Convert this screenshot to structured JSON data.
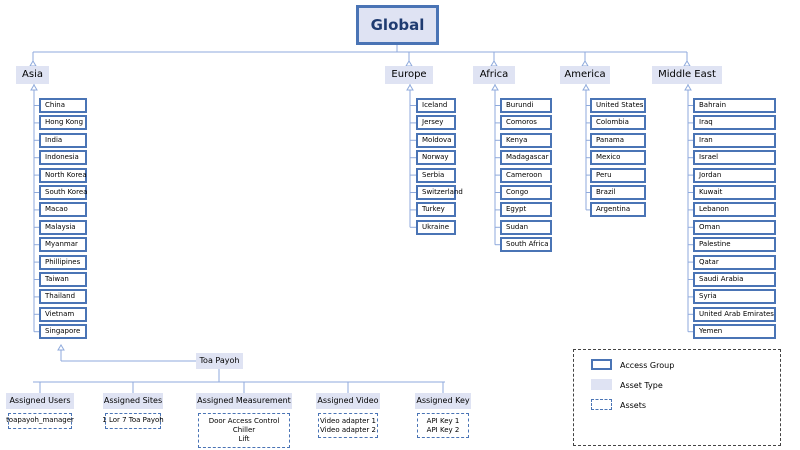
{
  "root": "Global",
  "regions": {
    "asia": "Asia",
    "europe": "Europe",
    "africa": "Africa",
    "america": "America",
    "middle_east": "Middle East"
  },
  "asia_countries": [
    "China",
    "Hong Kong",
    "India",
    "Indonesia",
    "North Korea",
    "South Korea",
    "Macao",
    "Malaysia",
    "Myanmar",
    "Phillipines",
    "Taiwan",
    "Thailand",
    "Vietnam",
    "Singapore"
  ],
  "europe_countries": [
    "Iceland",
    "Jersey",
    "Moldova",
    "Norway",
    "Serbia",
    "Switzerland",
    "Turkey",
    "Ukraine"
  ],
  "africa_countries": [
    "Burundi",
    "Comoros",
    "Kenya",
    "Madagascar",
    "Cameroon",
    "Congo",
    "Egypt",
    "Sudan",
    "South Africa"
  ],
  "america_countries": [
    "United States",
    "Colombia",
    "Panama",
    "Mexico",
    "Peru",
    "Brazil",
    "Argentina"
  ],
  "middle_east_countries": [
    "Bahrain",
    "Iraq",
    "Iran",
    "Israel",
    "Jordan",
    "Kuwait",
    "Lebanon",
    "Oman",
    "Palestine",
    "Qatar",
    "Saudi Arabia",
    "Syria",
    "United Arab Emirates",
    "Yemen"
  ],
  "site": "Toa Payoh",
  "asset_types": [
    {
      "label": "Assigned Users",
      "assets": [
        "toapayoh_manager"
      ]
    },
    {
      "label": "Assigned Sites",
      "assets": [
        "1 Lor 7 Toa Payoh"
      ]
    },
    {
      "label": "Assigned Measurement",
      "assets": [
        "Door Access Control",
        "Chiller",
        "Lift"
      ]
    },
    {
      "label": "Assigned Video",
      "assets": [
        "Video adapter 1",
        "Video adapter 2"
      ]
    },
    {
      "label": "Assigned Key",
      "assets": [
        "API Key 1",
        "API Key 2"
      ]
    }
  ],
  "legend": {
    "access_group": "Access Group",
    "asset_type": "Asset Type",
    "assets": "Assets"
  },
  "colors": {
    "box_border": "#4a74b5",
    "type_fill": "#dfe3f3",
    "connector": "#8faadc"
  }
}
